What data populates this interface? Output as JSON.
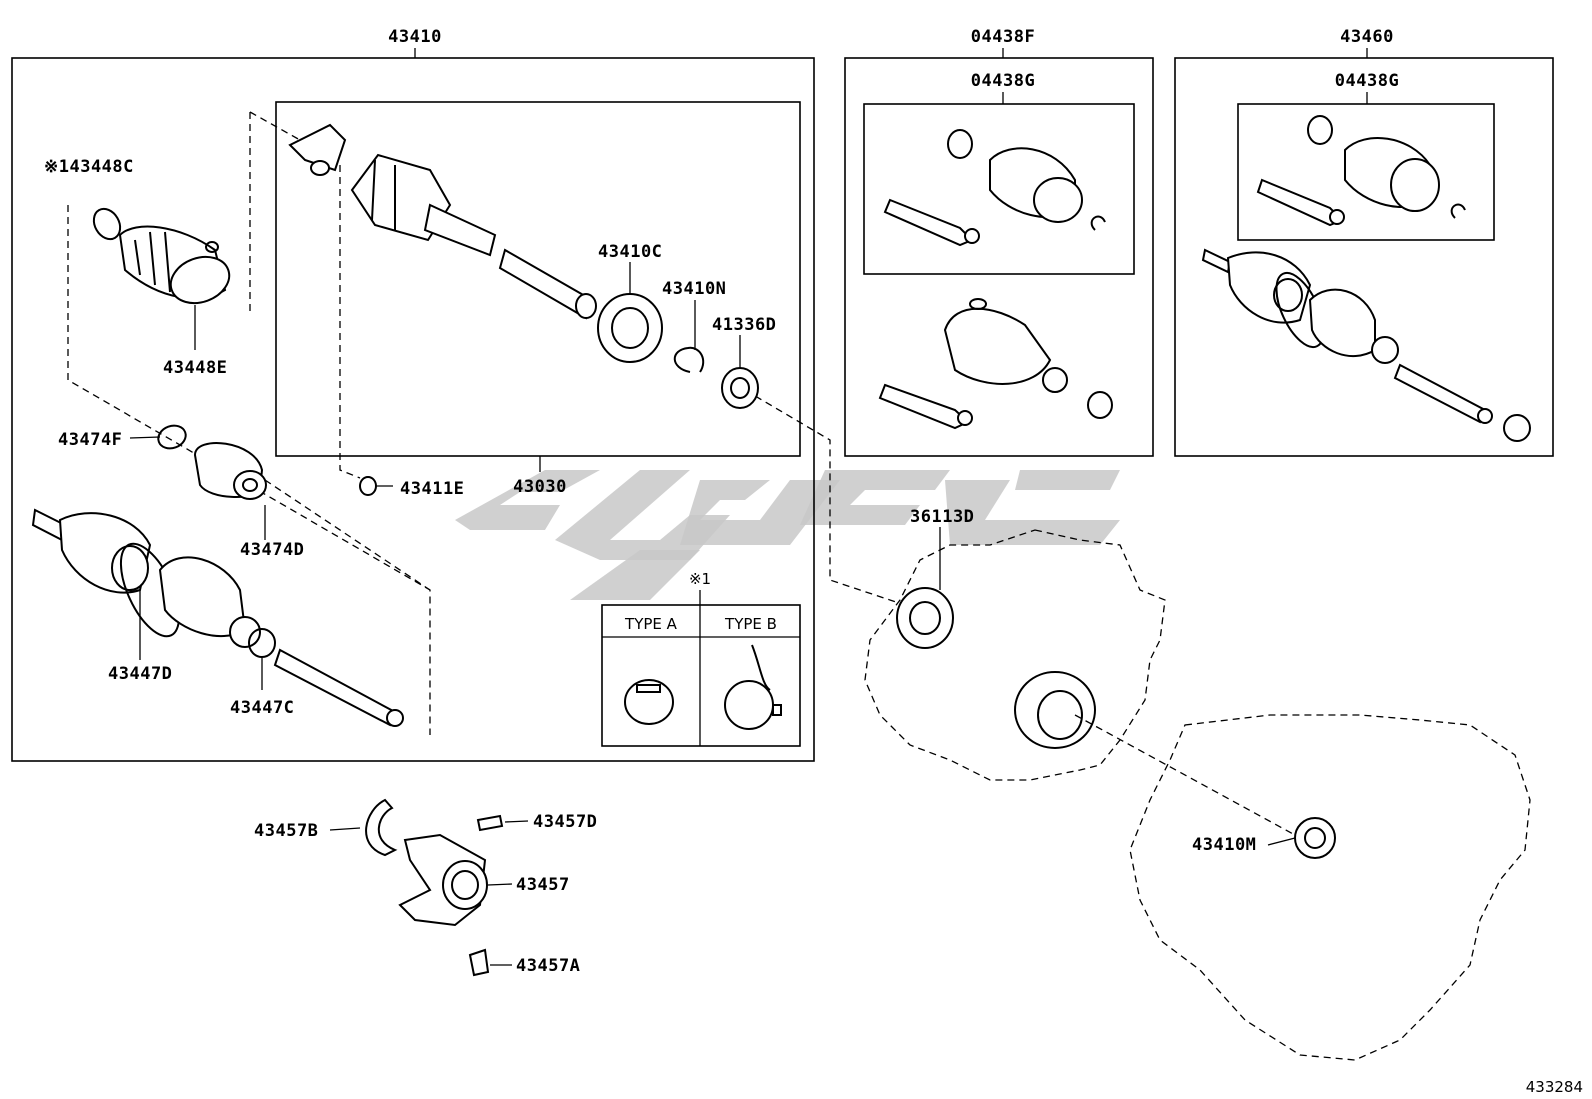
{
  "diagram_id": "433284",
  "groups": {
    "g43410": {
      "label": "43410"
    },
    "g04438F": {
      "label": "04438F",
      "inner": "04438G"
    },
    "g43460": {
      "label": "43460",
      "inner": "04438G"
    },
    "g43030": {
      "label": "43030"
    }
  },
  "callouts": {
    "c43448C": "※143448C",
    "c43448E": "43448E",
    "c43474F": "43474F",
    "c43474D": "43474D",
    "c43447D": "43447D",
    "c43447C": "43447C",
    "c43411E": "43411E",
    "c43410C": "43410C",
    "c43410N": "43410N",
    "c41336D": "41336D",
    "c36113D": "36113D",
    "c43410M": "43410M",
    "c43457B": "43457B",
    "c43457D": "43457D",
    "c43457": "43457",
    "c43457A": "43457A"
  },
  "note": {
    "mark": "※1",
    "type_a": "TYPE A",
    "type_b": "TYPE B"
  }
}
